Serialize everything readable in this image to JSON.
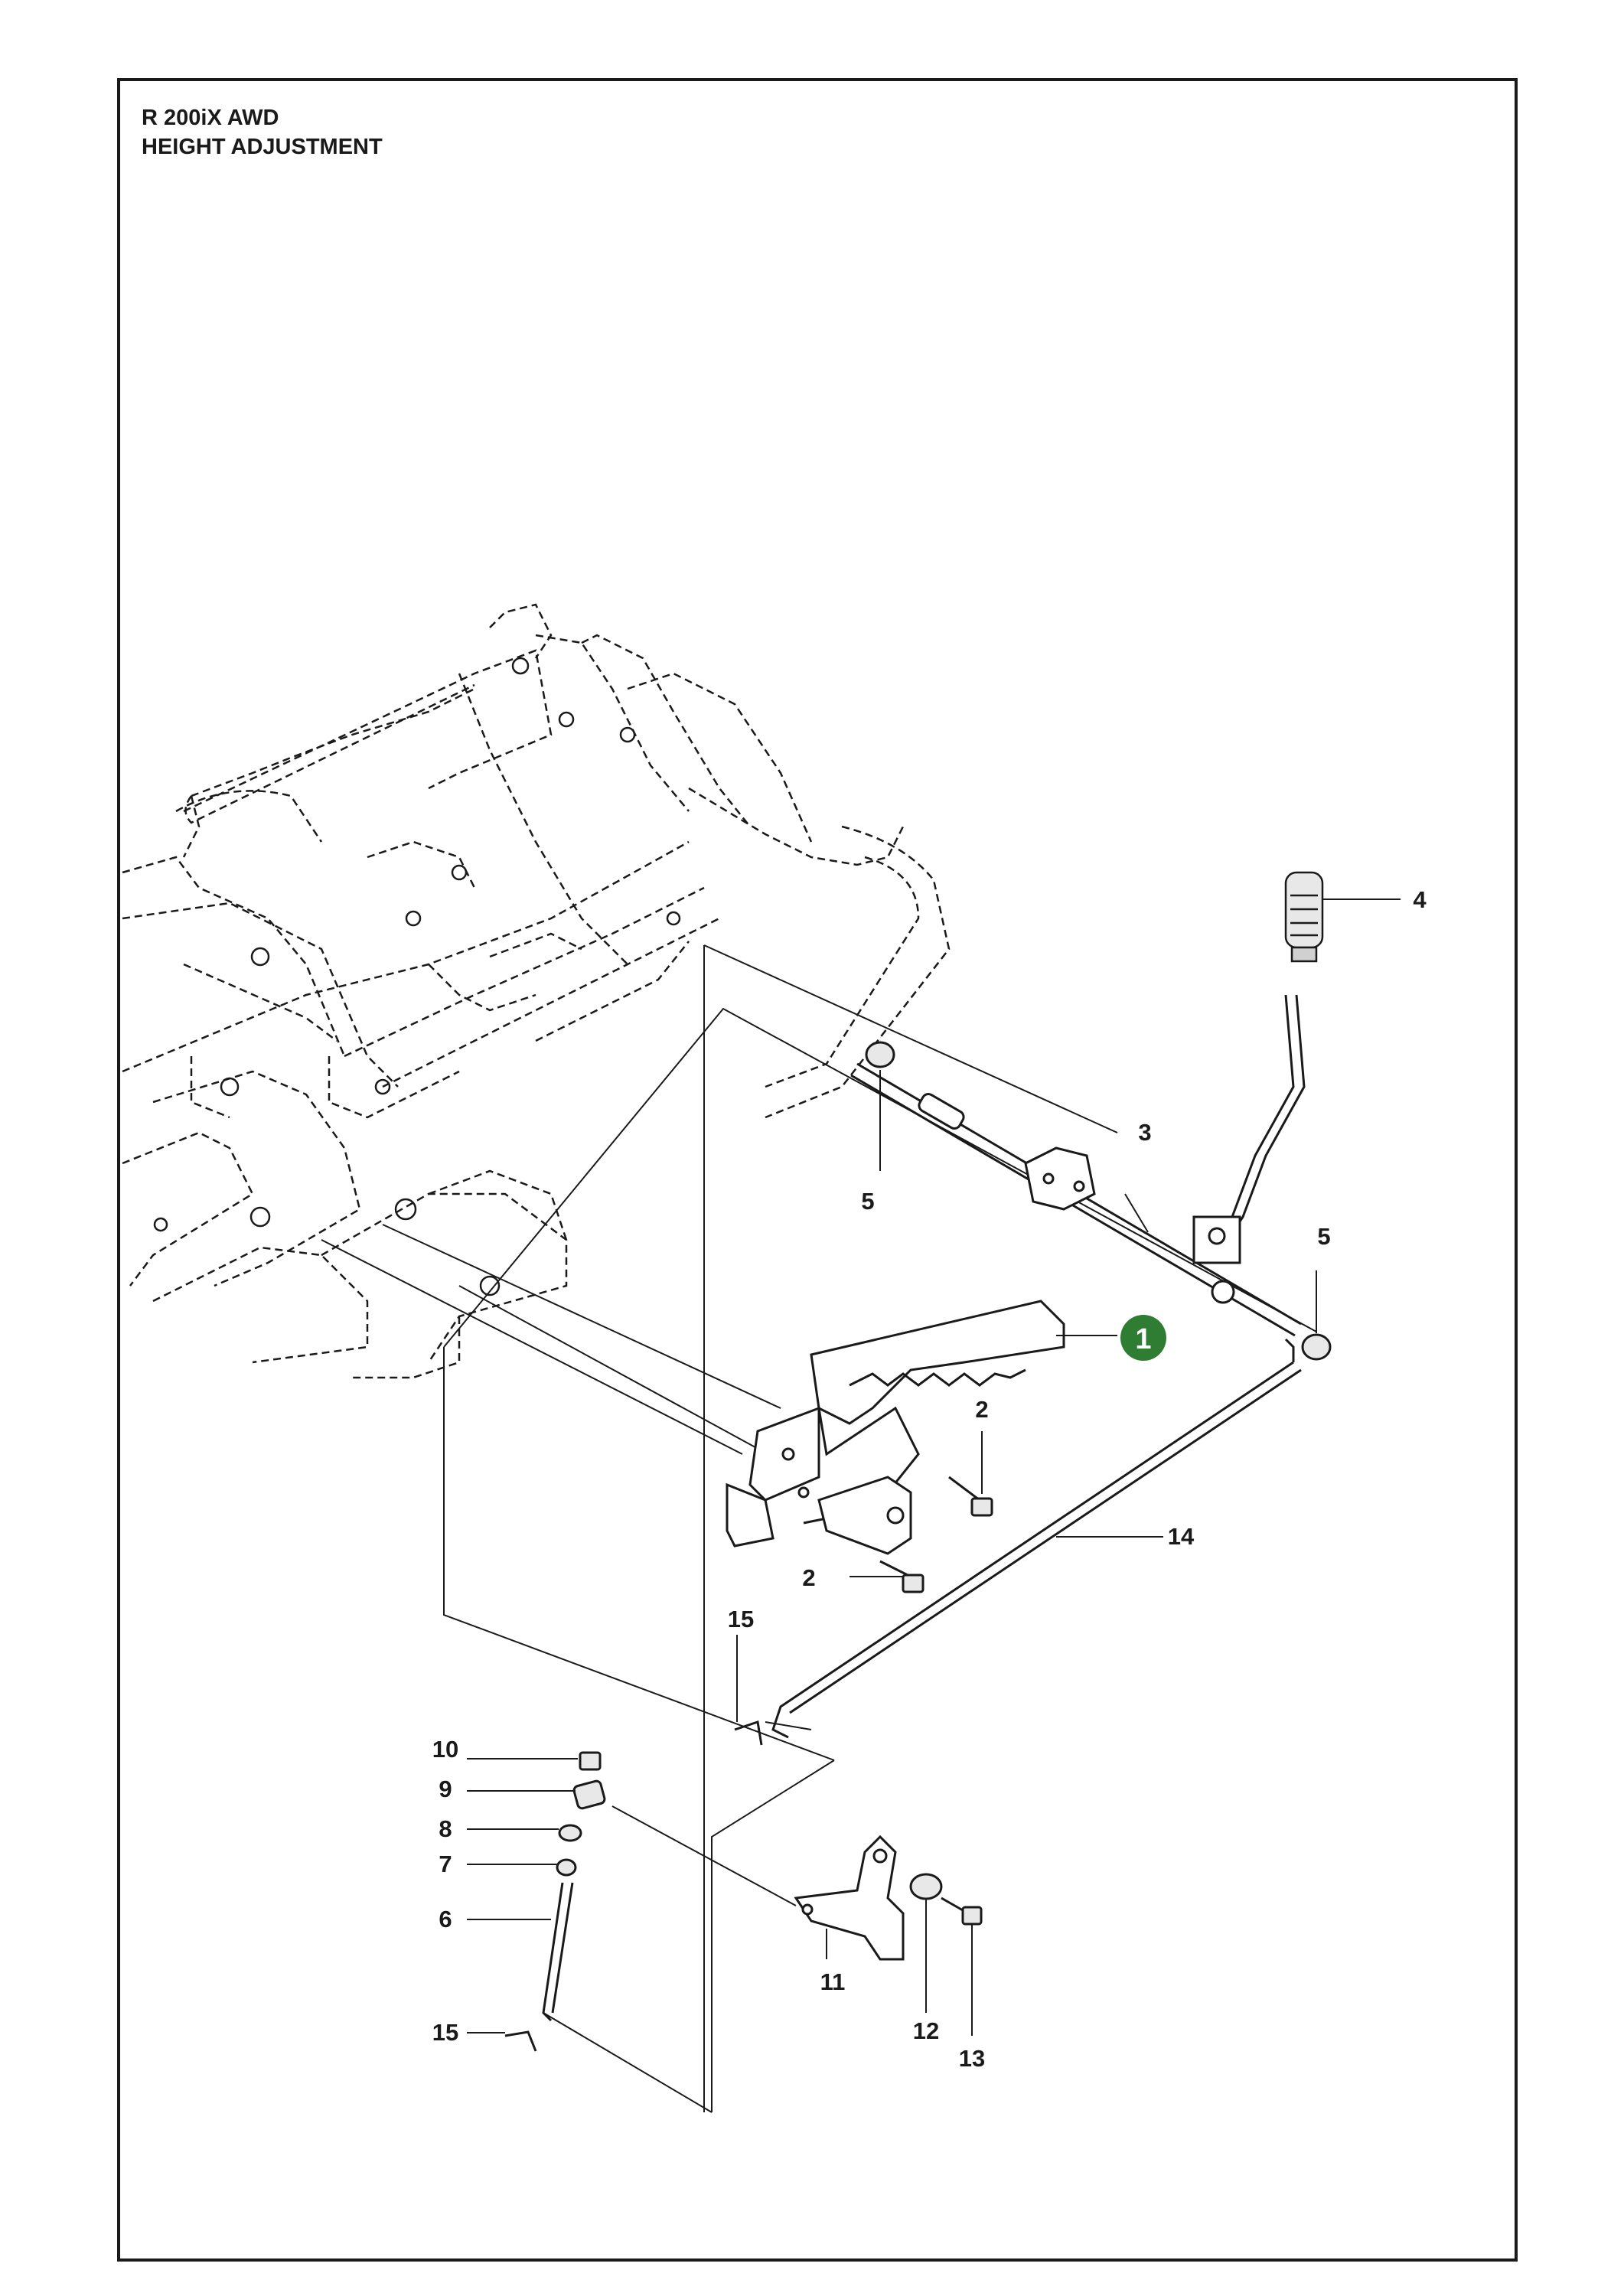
{
  "title": {
    "model": "R 200iX AWD",
    "section": "HEIGHT ADJUSTMENT"
  },
  "callouts": {
    "c1": "1",
    "c2a": "2",
    "c2b": "2",
    "c3": "3",
    "c4": "4",
    "c5a": "5",
    "c5b": "5",
    "c6": "6",
    "c7": "7",
    "c8": "8",
    "c9": "9",
    "c10": "10",
    "c11": "11",
    "c12": "12",
    "c13": "13",
    "c14": "14",
    "c15a": "15",
    "c15b": "15"
  },
  "colors": {
    "line": "#1a1a1a",
    "highlight_badge": "#2e7d32"
  }
}
